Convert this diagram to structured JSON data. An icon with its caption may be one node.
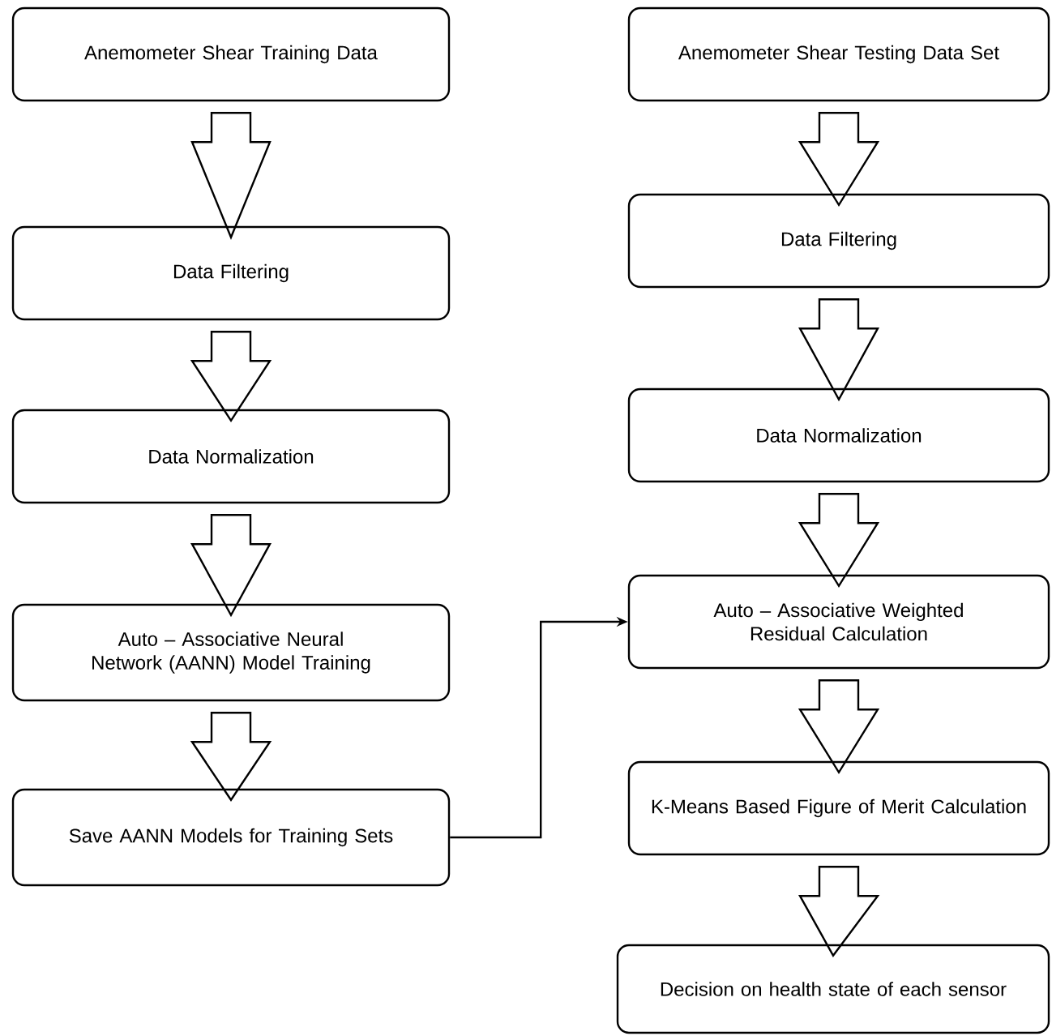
{
  "diagram": {
    "nodes": [
      {
        "text": [
          "Anemometer Shear Training Data"
        ]
      },
      {
        "text": [
          "Data Filtering"
        ]
      },
      {
        "text": [
          "Data Normalization"
        ]
      },
      {
        "text": [
          "Auto – Associative Neural Network (AANN) Model Training"
        ]
      },
      {
        "text": [
          "Save AANN Models for Training Sets"
        ]
      },
      {
        "text": [
          "Anemometer Shear Testing Data Set"
        ]
      },
      {
        "text": [
          "Data Filtering"
        ]
      },
      {
        "text": [
          "Data Normalization"
        ]
      },
      {
        "text": [
          "Auto – Associative Weighted Residual Calculation"
        ]
      },
      {
        "text": [
          "K-Means Based Figure of Merit Calculation"
        ]
      },
      {
        "text": [
          "Decision on health state of each sensor"
        ]
      }
    ],
    "edges": [
      {
        "from": 0,
        "to": 1,
        "arrow": "to"
      },
      {
        "from": 1,
        "to": 2,
        "arrow": "to"
      },
      {
        "from": 2,
        "to": 3,
        "arrow": "to"
      },
      {
        "from": 3,
        "to": 4,
        "arrow": "to"
      },
      {
        "from": 4,
        "to": 8,
        "arrow": "to"
      },
      {
        "from": 5,
        "to": 6,
        "arrow": "to"
      },
      {
        "from": 6,
        "to": 7,
        "arrow": "to"
      },
      {
        "from": 7,
        "to": 8,
        "arrow": "to"
      },
      {
        "from": 8,
        "to": 9,
        "arrow": "to"
      },
      {
        "from": 9,
        "to": 10,
        "arrow": "to"
      }
    ]
  }
}
